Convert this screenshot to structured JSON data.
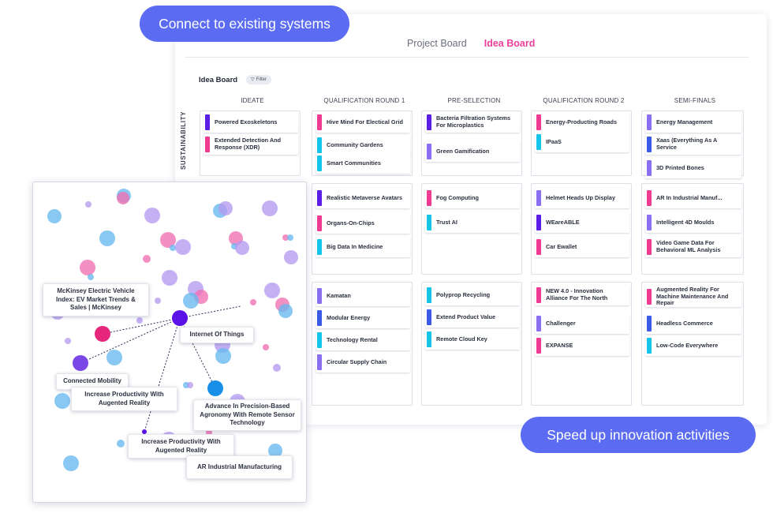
{
  "banners": {
    "connect": "Connect to existing systems",
    "speed": "Speed up innovation activities"
  },
  "nav": {
    "tabs": [
      {
        "label": "Project Board",
        "active": false
      },
      {
        "label": "Idea Board",
        "active": true
      }
    ]
  },
  "board": {
    "title": "Idea Board",
    "filter_label": "Filter",
    "columns": [
      "IDEATE",
      "QUALIFICATION ROUND 1",
      "PRE-SELECTION",
      "QUALIFICATION ROUND 2",
      "SEMI-FINALS"
    ],
    "row_label": "SUSTAINABILITY",
    "colors": {
      "purple": "#5b1ee6",
      "pink": "#ef3c92",
      "cyan": "#15c4e8",
      "lavender": "#8a6ff2",
      "blue": "#3b5ae6"
    },
    "rows": [
      [
        [
          {
            "title": "Powered Exoskeletons",
            "color": "#5b1ee6"
          },
          {
            "title": "Extended Detection And Response (XDR)",
            "color": "#ef3c92"
          }
        ],
        [
          {
            "title": "Hive Mind For Electical Grid",
            "color": "#ef3c92"
          },
          {
            "title": "Community Gardens",
            "color": "#15c4e8"
          },
          {
            "title": "Smart Communities",
            "color": "#15c4e8"
          }
        ],
        [
          {
            "title": "Bacteria Filtration Systems For Microplastics",
            "color": "#5b1ee6"
          },
          {
            "title": "Green Gamification",
            "color": "#8a6ff2"
          }
        ],
        [
          {
            "title": "Energy-Producting Roads",
            "color": "#ef3c92"
          },
          {
            "title": "IPaaS",
            "color": "#15c4e8"
          }
        ],
        [
          {
            "title": "Energy Management",
            "color": "#8a6ff2"
          },
          {
            "title": "Xaas (Everything As A Service",
            "color": "#3b5ae6"
          },
          {
            "title": "3D Printed Bones",
            "color": "#8a6ff2"
          }
        ]
      ],
      [
        [],
        [
          {
            "title": "Realistic Metaverse Avatars",
            "color": "#5b1ee6"
          },
          {
            "title": "Organs-On-Chips",
            "color": "#ef3c92"
          },
          {
            "title": "Big Data In Medicine",
            "color": "#15c4e8"
          }
        ],
        [
          {
            "title": "Fog Computing",
            "color": "#ef3c92"
          },
          {
            "title": "Trust AI",
            "color": "#15c4e8"
          }
        ],
        [
          {
            "title": "Helmet Heads Up Display",
            "color": "#8a6ff2"
          },
          {
            "title": "WEareABLE",
            "color": "#5b1ee6"
          },
          {
            "title": "Car Ewallet",
            "color": "#ef3c92"
          }
        ],
        [
          {
            "title": "AR In Industrial Manuf...",
            "color": "#ef3c92"
          },
          {
            "title": "Intelligent 4D Moulds",
            "color": "#8a6ff2"
          },
          {
            "title": "Video Game Data For Behavioral ML Analysis",
            "color": "#ef3c92"
          }
        ]
      ],
      [
        [],
        [
          {
            "title": "Kamatan",
            "color": "#8a6ff2"
          },
          {
            "title": "Modular Energy",
            "color": "#3b5ae6"
          },
          {
            "title": "Technology Rental",
            "color": "#15c4e8"
          },
          {
            "title": "Circular Supply Chain",
            "color": "#8a6ff2"
          }
        ],
        [
          {
            "title": "Polyprop Recycling",
            "color": "#15c4e8"
          },
          {
            "title": "Extend Product Value",
            "color": "#3b5ae6"
          },
          {
            "title": "Remote Cloud Key",
            "color": "#15c4e8"
          }
        ],
        [
          {
            "title": "NEW 4.0 - Innovation Alliance For The North",
            "color": "#ef3c92"
          },
          {
            "title": "Challenger",
            "color": "#8a6ff2"
          },
          {
            "title": "EXPANSE",
            "color": "#ef3c92"
          }
        ],
        [
          {
            "title": "Augmented Reality For Machine Maintenance And Repair",
            "color": "#ef3c92"
          },
          {
            "title": "Headless Commerce",
            "color": "#3b5ae6"
          },
          {
            "title": "Low-Code Everywhere",
            "color": "#15c4e8"
          }
        ]
      ]
    ]
  },
  "network": {
    "labels": [
      "McKinsey Electric Vehicle Index: EV Market Trends & Sales | McKinsey",
      "Internet Of Things",
      "Connected Mobility",
      "Increase Productivity With Augented Reality",
      "Advance In Precision-Based Agronomy With Remote Sensor Technology",
      "Increase Productivity With Augented Reality",
      "AR Industrial Manufacturing"
    ]
  }
}
